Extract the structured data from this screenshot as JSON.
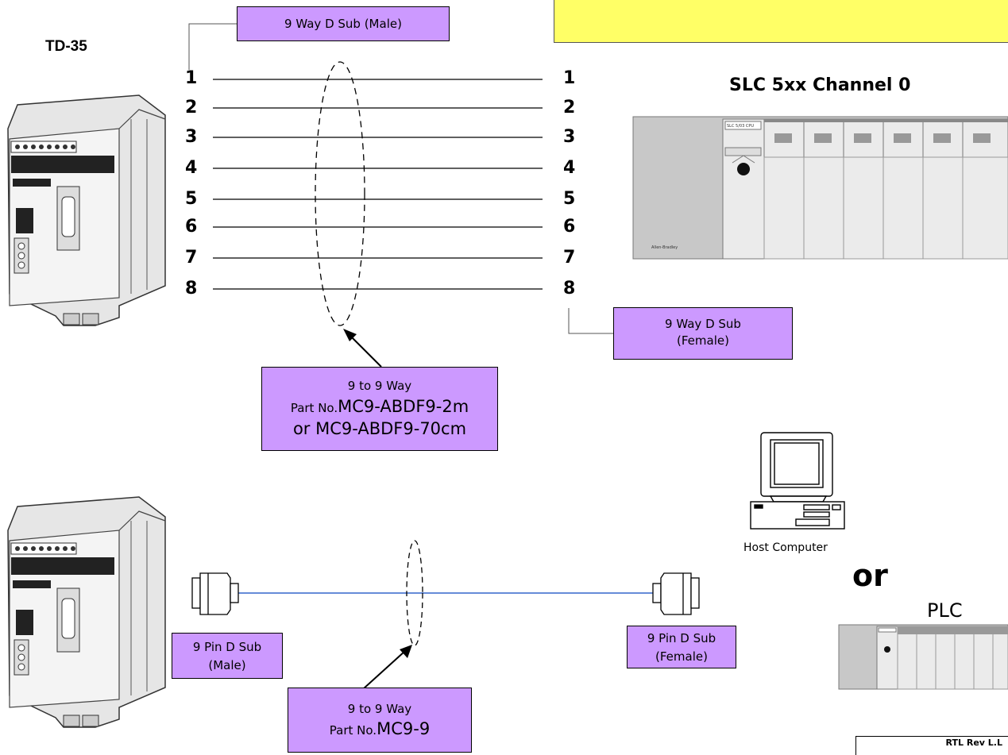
{
  "labels": {
    "td35": "TD-35",
    "slc": "SLC 5xx Channel 0",
    "host": "Host Computer",
    "or": "or",
    "plc": "PLC",
    "rev": "RTL Rev L.L",
    "top_connector": "9 Way D Sub (Male)",
    "right_connector_line1": "9 Way D Sub",
    "right_connector_line2": "(Female)",
    "cable1_line1": "9 to 9 Way",
    "cable1_prefix": "Part No.",
    "cable1_part": "MC9-ABDF9-2m",
    "cable1_alt": "or MC9-ABDF9-70cm",
    "pin_male_line1": "9 Pin D Sub",
    "pin_male_line2": "(Male)",
    "pin_female_line1": "9 Pin D Sub",
    "pin_female_line2": "(Female)",
    "cable2_line1": "9 to 9 Way",
    "cable2_prefix": "Part No.",
    "cable2_part": "MC9-9",
    "cpu_module": "SLC 5/03 CPU",
    "chassis_brand": "Allen-Bradley"
  },
  "pins_left": [
    "1",
    "2",
    "3",
    "4",
    "5",
    "6",
    "7",
    "8"
  ],
  "pins_right": [
    "1",
    "2",
    "3",
    "4",
    "5",
    "6",
    "7",
    "8"
  ],
  "colors": {
    "label_fill": "#cc99ff",
    "note_fill": "#ffff66",
    "cable_line": "#3366cc",
    "chassis_fill": "#c8c8c8",
    "module_fill": "#ebebeb"
  }
}
